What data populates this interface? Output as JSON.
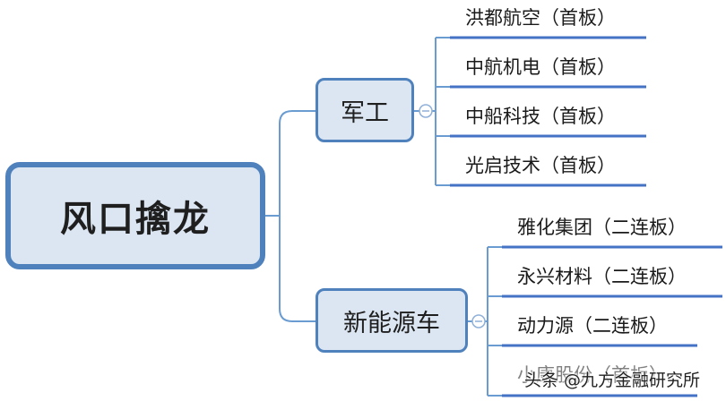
{
  "root": {
    "label": "风口擒龙"
  },
  "branches": [
    {
      "label": "军工",
      "children": [
        "洪都航空（首板）",
        "中航机电（首板）",
        "中船科技（首板）",
        "光启技术（首板）"
      ]
    },
    {
      "label": "新能源车",
      "children": [
        "雅化集团（二连板）",
        "永兴材料（二连板）",
        "动力源（二连板）",
        "小康股份（首板）"
      ]
    }
  ],
  "watermark": "头条 @九方金融研究所",
  "colors": {
    "node_fill": "#dce6f2",
    "node_border": "#4f81bd",
    "connector": "#6a9bd1",
    "underline": "#4472c4"
  },
  "icons": {
    "collapse": "collapse-toggle-icon"
  }
}
